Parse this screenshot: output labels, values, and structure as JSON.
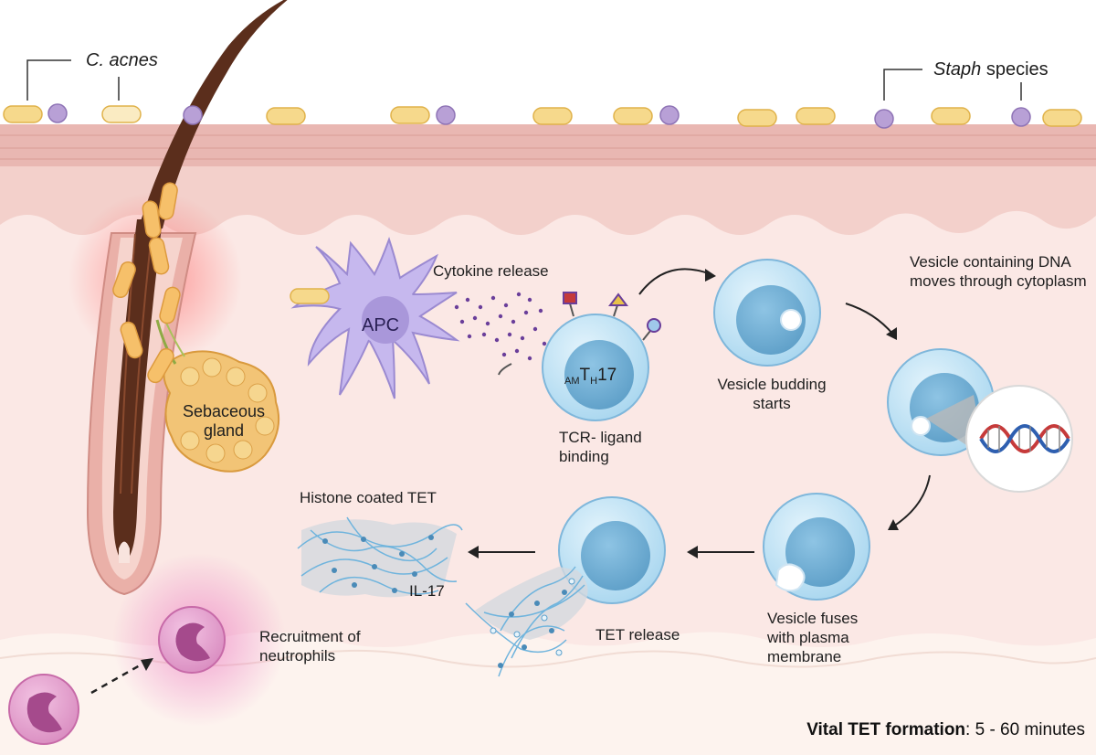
{
  "diagram": {
    "bacteria": {
      "c_acnes": {
        "label": "C. acnes"
      },
      "staph": {
        "label_italic": "Staph",
        "label_rest": " species"
      }
    },
    "cells": {
      "apc": "APC",
      "th17": {
        "prefix": "AM",
        "main": "T",
        "sub": "H",
        "suffix": "17"
      }
    },
    "labels": {
      "sebaceous_gland": "Sebaceous gland",
      "cytokine_release": "Cytokine release",
      "tcr_binding": "TCR- ligand binding",
      "vesicle_budding": "Vesicle budding starts",
      "vesicle_moves": "Vesicle containing DNA moves through cytoplasm",
      "vesicle_fuses": "Vesicle fuses with plasma membrane",
      "tet_release": "TET release",
      "histone_tet": "Histone coated TET",
      "il17": "IL-17",
      "recruitment": "Recruitment of neutrophils"
    },
    "footer": {
      "bold": "Vital TET formation",
      "rest": ":  5 - 60 minutes"
    },
    "colors": {
      "skin_top": "#e9b9b4",
      "skin_layer": "#f4d2ce",
      "dermis": "#fbe7e4",
      "hair": "#5b2e1c",
      "c_acnes": "#f3d27a",
      "staph": "#b8a0d6",
      "apc": "#c6b8ee",
      "tcell": "#9fd0ec",
      "neutrophil": "#d98cc0",
      "arrow": "#222222"
    }
  }
}
